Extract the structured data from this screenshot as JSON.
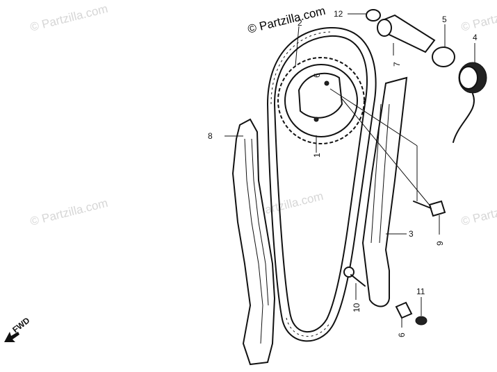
{
  "copyright": "© Partzilla.com",
  "watermark": "© Partzilla.com",
  "direction_label": "FWD",
  "parts": [
    {
      "number": "1"
    },
    {
      "number": "2"
    },
    {
      "number": "3"
    },
    {
      "number": "4"
    },
    {
      "number": "5"
    },
    {
      "number": "6"
    },
    {
      "number": "6"
    },
    {
      "number": "7"
    },
    {
      "number": "8"
    },
    {
      "number": "9"
    },
    {
      "number": "10"
    },
    {
      "number": "11"
    },
    {
      "number": "12"
    }
  ],
  "colors": {
    "line": "#111111",
    "watermark": "#d6d6d6",
    "background": "#ffffff"
  }
}
